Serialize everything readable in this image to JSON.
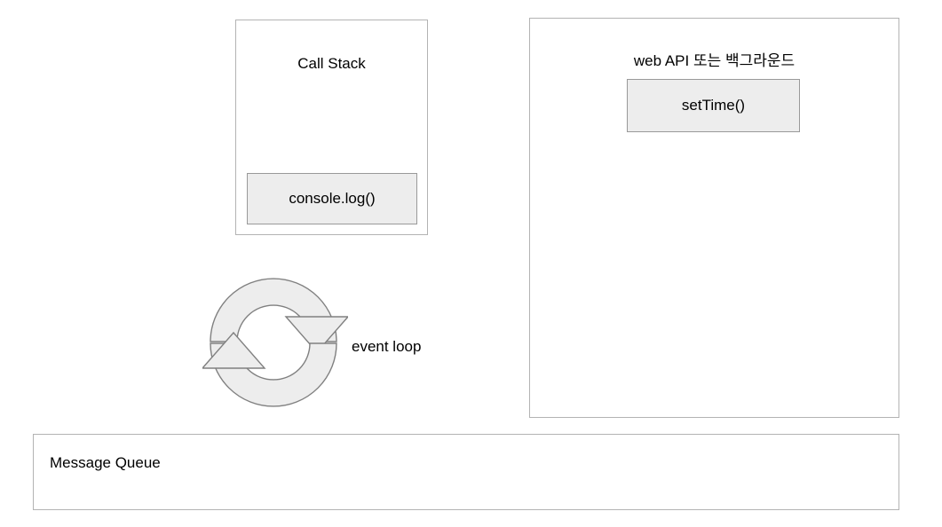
{
  "diagram": {
    "title": "JavaScript event loop diagram",
    "background_color": "#ffffff",
    "box_fill": "#ededed",
    "box_stroke": "#999999",
    "panel_stroke": "#b3b3b3",
    "text_color": "#000000"
  },
  "call_stack": {
    "title": "Call Stack",
    "frames": [
      {
        "label": "console.log()"
      }
    ]
  },
  "web_api": {
    "title": "web API 또는 백그라운드",
    "tasks": [
      {
        "label": "setTime()"
      }
    ]
  },
  "event_loop": {
    "label": "event loop",
    "icon": "circular-arrows-icon"
  },
  "message_queue": {
    "title": "Message Queue",
    "items": []
  }
}
